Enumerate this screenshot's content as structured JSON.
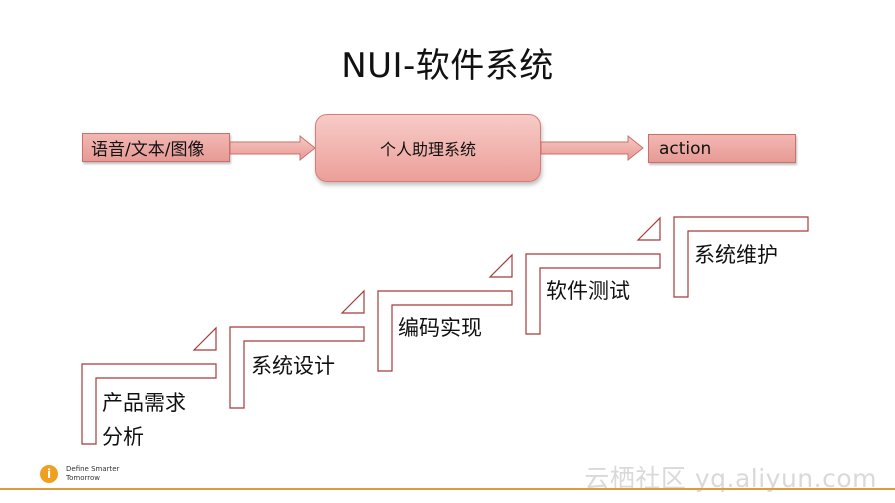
{
  "title": "NUI-软件系统",
  "flow": {
    "input_label": "语音/文本/图像",
    "center_label": "个人助理系统",
    "output_label": "action"
  },
  "steps": [
    {
      "line1": "产品需求",
      "line2": "分析"
    },
    {
      "line1": "系统设计",
      "line2": ""
    },
    {
      "line1": "编码实现",
      "line2": ""
    },
    {
      "line1": "软件测试",
      "line2": ""
    },
    {
      "line1": "系统维护",
      "line2": ""
    }
  ],
  "footer": {
    "logo_letter": "i",
    "logo_line1": "Define Smarter",
    "logo_line2": "Tomorrow",
    "watermark": "云栖社区 yq.aliyun.com"
  },
  "colors": {
    "box_fill": "#eda6a1",
    "box_border": "#c9706b",
    "accent": "#e39a3a"
  }
}
